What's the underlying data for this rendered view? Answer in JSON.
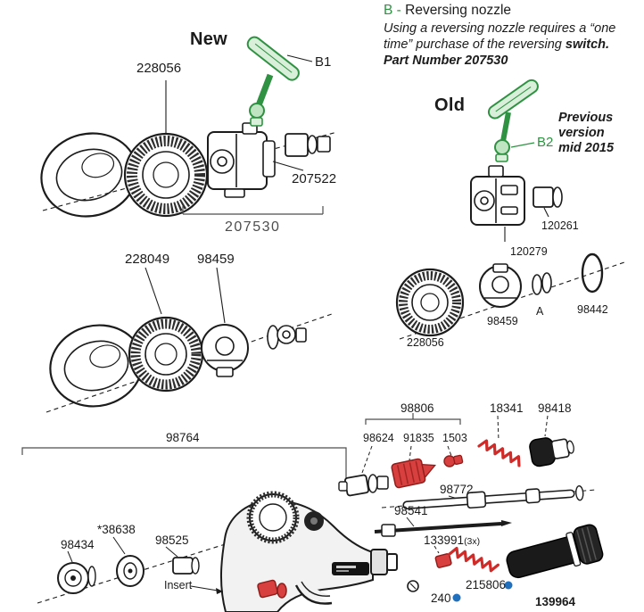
{
  "note": {
    "heading_letter": "B - ",
    "heading_text": "Reversing nozzle",
    "body_regular": "Using a reversing nozzle requires a “one time” purchase of the reversing ",
    "body_bold": "switch.",
    "part_number": "Part Number 207530"
  },
  "headings": {
    "new": "New",
    "old": "Old"
  },
  "old_note": "Previous version mid 2015",
  "labels": {
    "p228056_new": "228056",
    "b1": "B1",
    "p207522": "207522",
    "p207530": "207530",
    "p228049": "228049",
    "p98459_new": "98459",
    "b2": "B2",
    "p120261": "120261",
    "p120279": "120279",
    "p98459_old": "98459",
    "a": "A",
    "p98442": "98442",
    "p228056_old": "228056",
    "p98806": "98806",
    "p18341": "18341",
    "p98418": "98418",
    "p98624": "98624",
    "p91835": "91835",
    "p1503": "1503",
    "p98764": "98764",
    "p98772": "98772",
    "p98541": "98541",
    "p98434": "98434",
    "p38638": "*38638",
    "p98525": "98525",
    "insert": "Insert",
    "p133991": "133991",
    "p133991_count": "(3x)",
    "p240": "240",
    "p215806": "215806",
    "p139964": "139964"
  },
  "colors": {
    "green_part": "#2f9242",
    "red_part": "#d84040",
    "blue_dot": "#2170bd",
    "ink": "#1b1b1b",
    "gray_label": "#4d4d4d"
  }
}
